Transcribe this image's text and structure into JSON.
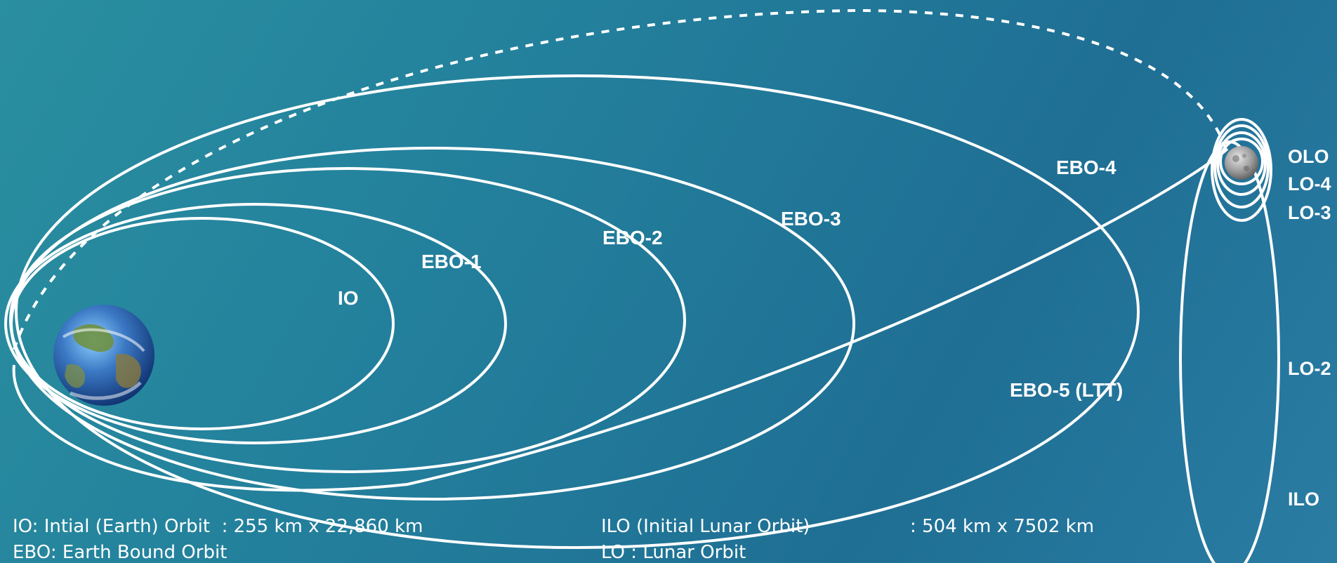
{
  "colors": {
    "background": "#23809c",
    "orbit_stroke": "#ffffff",
    "text": "#ffffff"
  },
  "earth_orbits": [
    {
      "id": "io",
      "label": "IO"
    },
    {
      "id": "ebo1",
      "label": "EBO-1"
    },
    {
      "id": "ebo2",
      "label": "EBO-2"
    },
    {
      "id": "ebo3",
      "label": "EBO-3"
    },
    {
      "id": "ebo4",
      "label": "EBO-4"
    },
    {
      "id": "ebo5",
      "label": "EBO-5 (LTT)"
    }
  ],
  "lunar_orbits": [
    {
      "id": "olo",
      "label": "OLO"
    },
    {
      "id": "lo4",
      "label": "LO-4"
    },
    {
      "id": "lo3",
      "label": "LO-3"
    },
    {
      "id": "lo2",
      "label": "LO-2"
    },
    {
      "id": "ilo",
      "label": "ILO"
    }
  ],
  "legend": {
    "io_line": "IO: Intial (Earth) Orbit  : 255 km x 22,860 km",
    "ebo_line": "EBO: Earth Bound Orbit",
    "ilo_line": "ILO (Initial Lunar Orbit)",
    "ilo_value": ": 504 km x 7502 km",
    "lo_line": "LO : Lunar Orbit"
  },
  "icons": {
    "earth": "earth-icon",
    "moon": "moon-icon"
  }
}
